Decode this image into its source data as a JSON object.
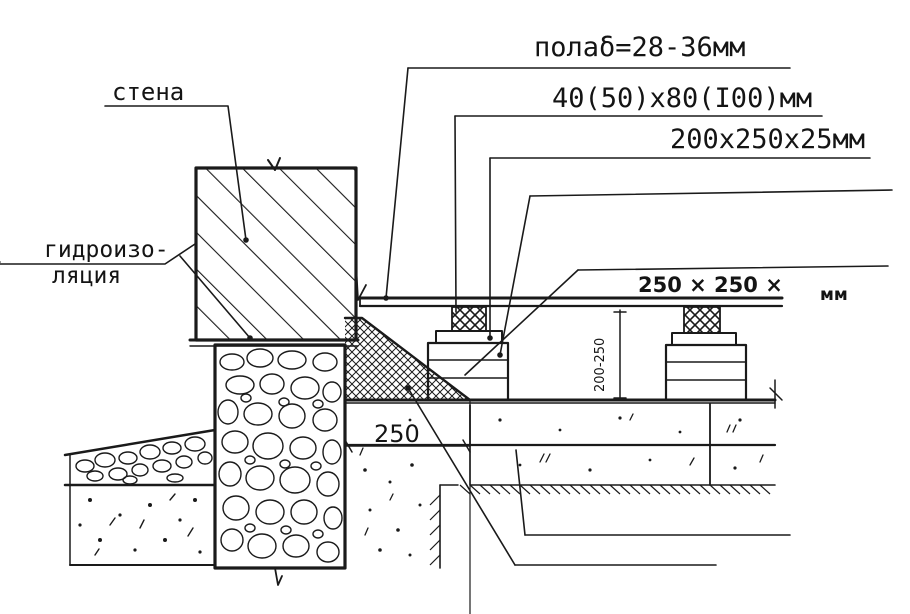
{
  "labels": {
    "wall": "стена",
    "waterproofing_line1": "гидроизо-",
    "waterproofing_line2": "ляция",
    "floor_thickness": "полаδ=28-36мм",
    "joist_size": "40(50)x80(I00)мм",
    "pad_size": "200x250x25мм",
    "post_size": "250 × 250 ×",
    "post_unit": "мм",
    "post_height": "200-250",
    "offset": "250"
  },
  "colors": {
    "ink": "#1a1a1a",
    "paper": "#ffffff"
  }
}
